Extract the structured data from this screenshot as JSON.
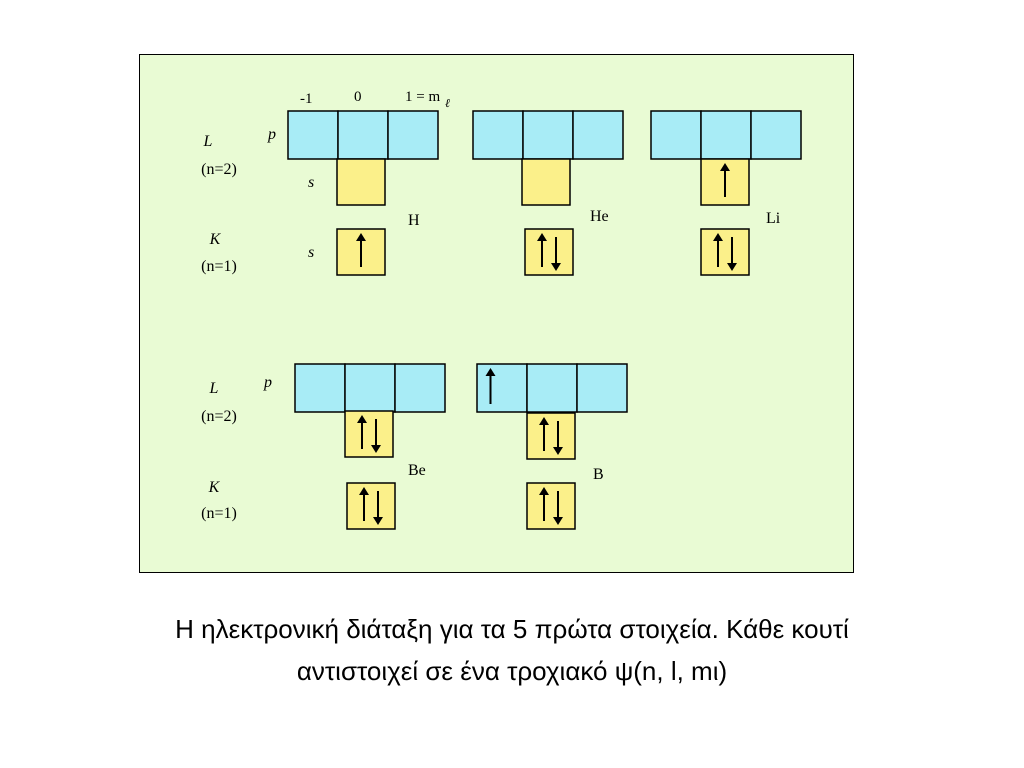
{
  "colors": {
    "panel_bg": "#e9fbd4",
    "p_orbital": "#a8ecf6",
    "s_orbital": "#fbf08a",
    "stroke": "#000000"
  },
  "labels": {
    "mlMinus1": "-1",
    "ml0": "0",
    "ml1": "1 = m",
    "mlEll": "ℓ",
    "shellL": "L",
    "shellK": "K",
    "n2": "(n=2)",
    "n1": "(n=1)",
    "p": "p",
    "s": "s"
  },
  "elements": [
    {
      "symbol": "H",
      "p": [
        "",
        "",
        ""
      ],
      "s2": "",
      "s1": "up"
    },
    {
      "symbol": "He",
      "p": [
        "",
        "",
        ""
      ],
      "s2": "",
      "s1": "pair"
    },
    {
      "symbol": "Li",
      "p": [
        "",
        "",
        ""
      ],
      "s2": "up",
      "s1": "pair"
    },
    {
      "symbol": "Be",
      "p": [
        "",
        "",
        ""
      ],
      "s2": "pair",
      "s1": "pair"
    },
    {
      "symbol": "B",
      "p": [
        "up",
        "",
        ""
      ],
      "s2": "pair",
      "s1": "pair"
    }
  ],
  "caption": {
    "line1": "Η ηλεκτρονική διάταξη για τα 5 πρώτα στοιχεία. Κάθε κουτί",
    "line2": "αντιστοιχεί σε ένα τροχιακό ψ(n, l, mι)"
  }
}
